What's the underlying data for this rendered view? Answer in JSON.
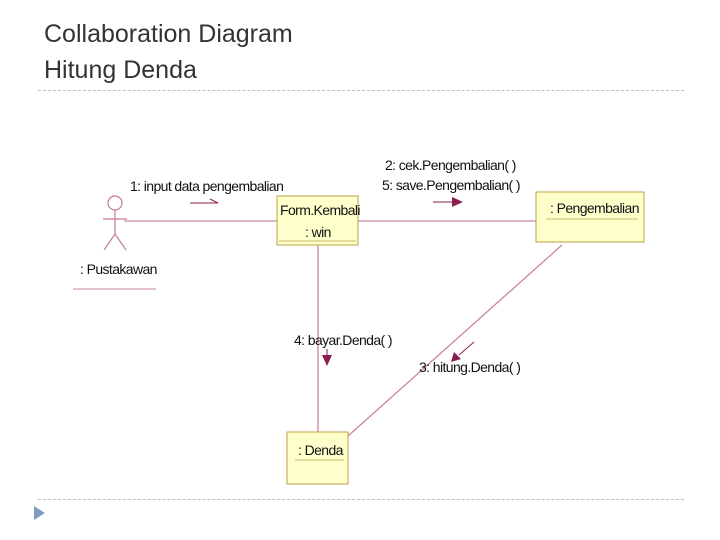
{
  "slide": {
    "title_line1": "Collaboration Diagram",
    "title_line2": "Hitung Denda"
  },
  "diagram": {
    "actor": {
      "name": ": Pustakawan"
    },
    "objects": {
      "form_kembali": {
        "line1": "Form.Kembali",
        "line2": ": win"
      },
      "pengembalian": {
        "label": ": Pengembalian"
      },
      "denda": {
        "label": ": Denda"
      }
    },
    "messages": {
      "m1": "1: input data pengembalian",
      "m2": "2: cek.Pengembalian( )",
      "m3": "3: hitung.Denda( )",
      "m4": "4: bayar.Denda( )",
      "m5": "5: save.Pengembalian( )"
    },
    "colors": {
      "object_fill": "#ffffcc",
      "object_border": "#b8a14a",
      "link": "#c9869a",
      "arrow": "#8b1e50",
      "actor": "#c77b92"
    }
  }
}
